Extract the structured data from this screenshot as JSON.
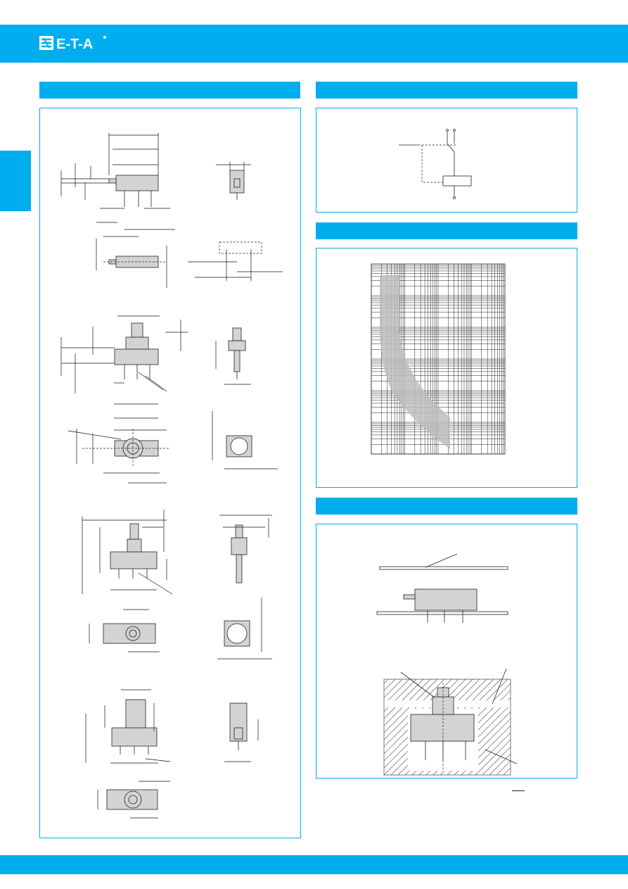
{
  "brand": {
    "logo_text": "E-T-A",
    "accent_color": "#00aeef"
  },
  "sections": {
    "dimensions": {
      "icon": "technical-drawing"
    },
    "schematic": {
      "icon": "circuit-diagram"
    },
    "curve": {
      "icon": "time-current-curve"
    },
    "mounting": {
      "icon": "mounting-drawing"
    }
  }
}
